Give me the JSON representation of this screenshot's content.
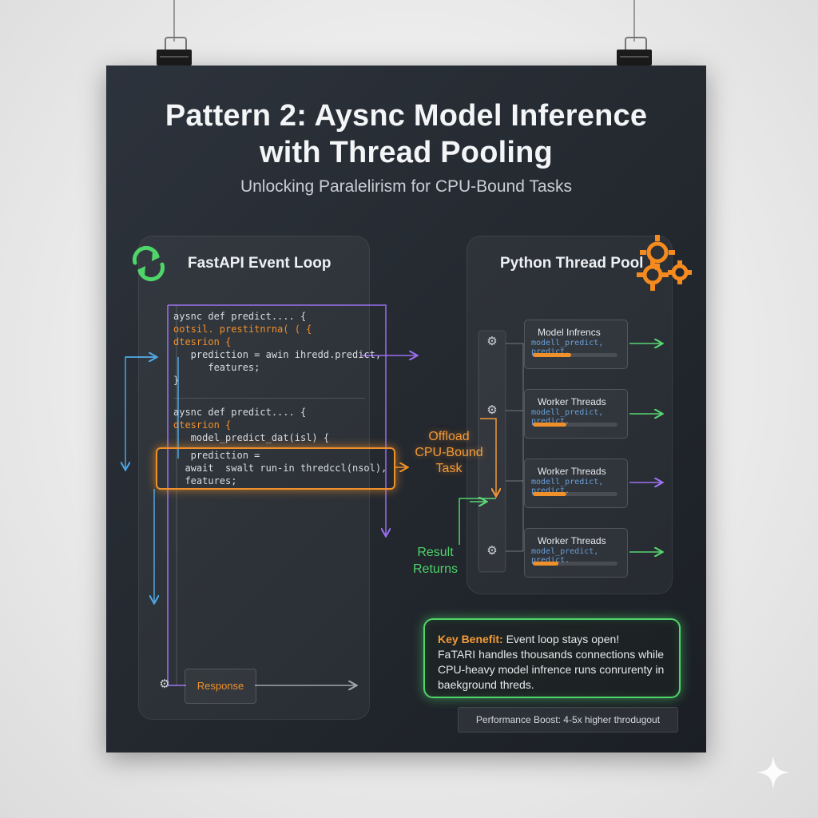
{
  "poster": {
    "title_line1": "Pattern 2: Aysnc Model Inference",
    "title_line2": "with Thread Pooling",
    "subtitle": "Unlocking Paralelirism for CPU-Bound Tasks"
  },
  "event_loop": {
    "title": "FastAPI Event Loop",
    "icon": "refresh-cycle-icon",
    "code_block_1": [
      "aysnc def predict.... {",
      "ootsil. prestitnrna( ( {",
      "dtesrion {",
      "   prediction = awin ihredd.predict,",
      "      features;",
      "}"
    ],
    "code_block_2": [
      "aysnc def predict.... {",
      "dtesrion {",
      "   model_predict_dat(isl) {",
      "   prediction =",
      "  await  swalt run-in thredccl(nsol),",
      "  features;"
    ],
    "response_label": "Response"
  },
  "offload_label": [
    "Offload",
    "CPU-Bound",
    "Task"
  ],
  "result_label": [
    "Result",
    "Returns"
  ],
  "thread_pool": {
    "title": "Python Thread Pool",
    "icon": "gears-icon",
    "workers": [
      {
        "name": "Model Infrencs",
        "call": "modell_predict, predict.",
        "progress": 0.45
      },
      {
        "name": "Worker Threads",
        "call": "modell_predict, predict.",
        "progress": 0.4
      },
      {
        "name": "Worker Threads",
        "call": "modell_predict, predict.",
        "progress": 0.4
      },
      {
        "name": "Worker Threads",
        "call": "model_predict, predict.",
        "progress": 0.3
      }
    ]
  },
  "benefit": {
    "heading": "Key Benefit:",
    "line1": " Event loop stays open!",
    "line2": "FaTARI handles thousands connections while",
    "line3": "CPU-heavy model infrence runs conrurenty in",
    "line4": "baekground threds."
  },
  "performance": "Performance Boost: 4-5x higher throdugout",
  "colors": {
    "accent_orange": "#f0902a",
    "accent_green": "#4fd66a",
    "accent_blue": "#4aa3e0",
    "accent_purple": "#9a6cf0",
    "poster_bg": "#262b32"
  }
}
